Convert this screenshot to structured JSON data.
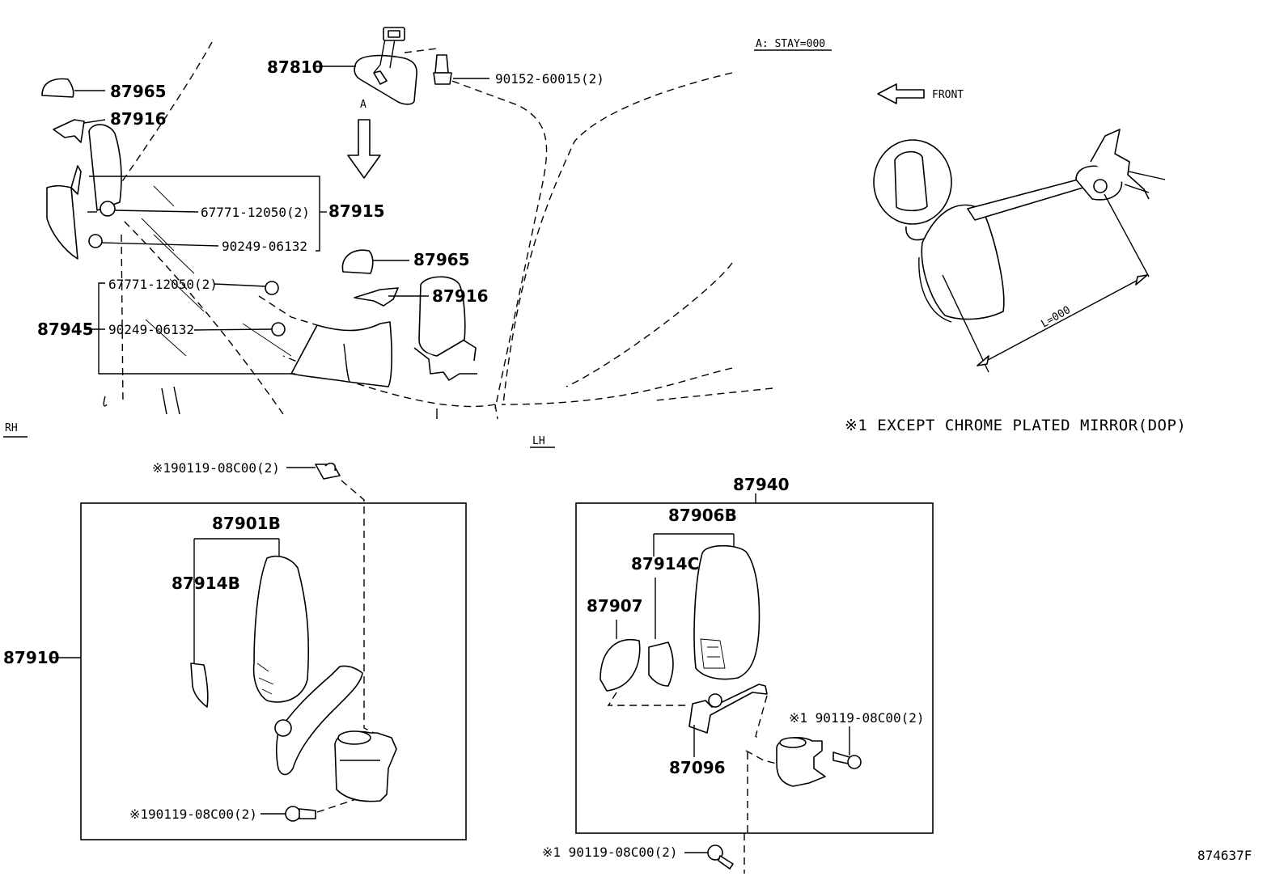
{
  "diagram": {
    "code": "874637F",
    "note": "※1 EXCEPT CHROME PLATED MIRROR(DOP)",
    "stay_label": "A: STAY=000",
    "front_label": "FRONT",
    "length_label": "L=000",
    "view_marker": "A",
    "side_rh": "RH",
    "side_lh": "LH"
  },
  "parts": {
    "inner_mirror": "87810",
    "inner_mirror_screw": "90152-60015(2)",
    "cover_rh": "87965",
    "bracket_rh": "87916",
    "clip_rh": "67771-12050(2)",
    "stay_rh": "87915",
    "screw_rh": "90249-06132",
    "cover_lh": "87965",
    "bracket_lh": "87916",
    "clip_lh": "67771-12050(2)",
    "screw_lh": "90249-06132",
    "stay_lh": "87945",
    "rh_bolt_top": "※190119-08C00(2)",
    "rh_assy": "87910",
    "rh_mirror": "87901B",
    "rh_glass": "87914B",
    "rh_bolt_bottom": "※190119-08C00(2)",
    "lh_assy": "87940",
    "lh_mirror": "87906B",
    "lh_glass": "87914C",
    "lh_under_mirror": "87907",
    "lh_bracket": "87096",
    "lh_bolt_right": "※1 90119-08C00(2)",
    "lh_bolt_bottom": "※1 90119-08C00(2)"
  }
}
